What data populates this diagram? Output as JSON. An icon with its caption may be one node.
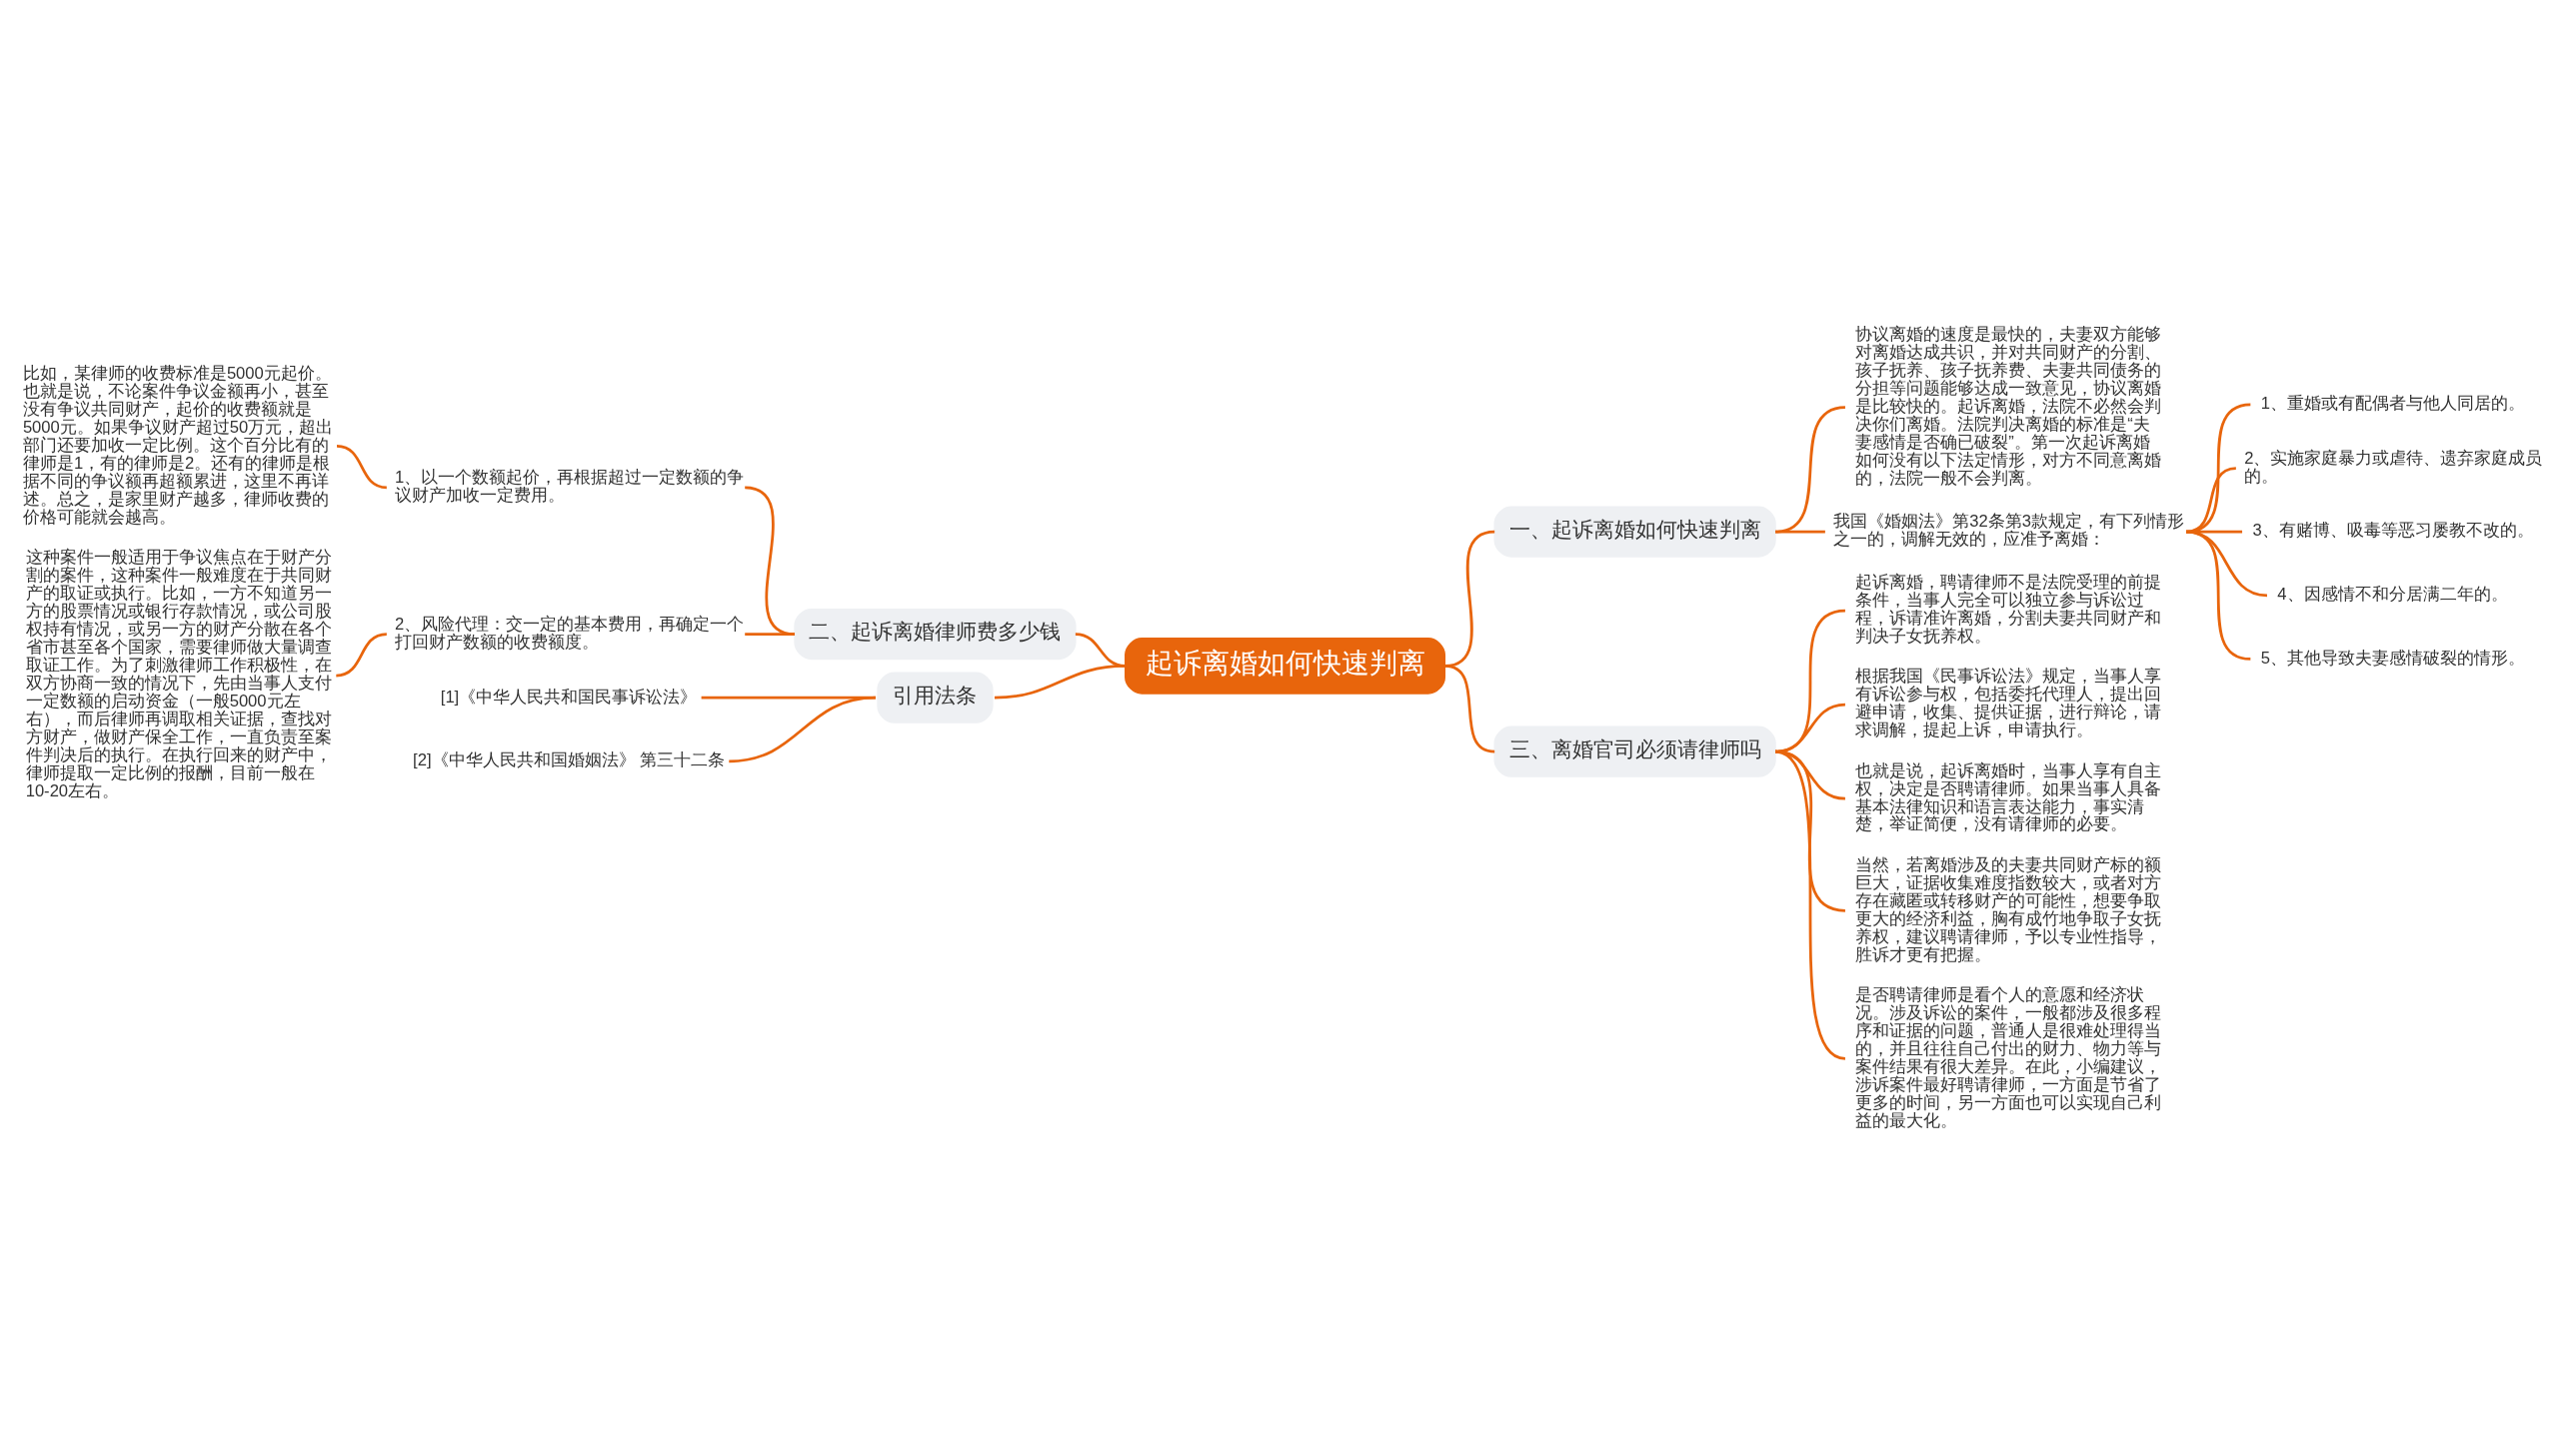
{
  "diagram": {
    "nodes": [
      {
        "text": [
          "起诉离婚如何快速判离"
        ]
      },
      {
        "text": [
          "一、起诉离婚如何快速判离"
        ]
      },
      {
        "text": [
          "协议离婚的速度是最快的，夫妻双方能够对离婚达成共识，并对共同财产的分割、孩子抚养、孩子抚养费、夫妻共同债务的分担等问题能够达成一致意见，协议离婚是比较快的。起诉离婚，法院不必然会判决你们离婚。法院判决离婚的标准是“夫妻感情是否确已破裂”。第一次起诉离婚如何没有以下法定情形，对方不同意离婚的，法院一般不会判离。"
        ]
      },
      {
        "text": [
          "我国《婚姻法》第32条第3款规定，有下列情形之一的，调解无效的，应准予离婚："
        ]
      },
      {
        "text": [
          "1、重婚或有配偶者与他人同居的。"
        ]
      },
      {
        "text": [
          "2、实施家庭暴力或虐待、遗弃家庭成员的。"
        ]
      },
      {
        "text": [
          "3、有赌博、吸毒等恶习屡教不改的。"
        ]
      },
      {
        "text": [
          "4、因感情不和分居满二年的。"
        ]
      },
      {
        "text": [
          "5、其他导致夫妻感情破裂的情形。"
        ]
      },
      {
        "text": [
          "二、起诉离婚律师费多少钱"
        ]
      },
      {
        "text": [
          "1、以一个数额起价，再根据超过一定数额的争议财产加收一定费用。"
        ]
      },
      {
        "text": [
          "比如，某律师的收费标准是5000元起价。也就是说，不论案件争议金额再小，甚至没有争议共同财产，起价的收费额就是5000元。如果争议财产超过50万元，超出部门还要加收一定比例。这个百分比有的律师是1，有的律师是2。还有的律师是根据不同的争议额再超额累进，这里不再详述。总之，是家里财产越多，律师收费的价格可能就会越高。"
        ]
      },
      {
        "text": [
          "2、风险代理：交一定的基本费用，再确定一个打回财产数额的收费额度。"
        ]
      },
      {
        "text": [
          "这种案件一般适用于争议焦点在于财产分割的案件，这种案件一般难度在于共同财产的取证或执行。比如，一方不知道另一方的股票情况或银行存款情况，或公司股权持有情况，或另一方的财产分散在各个省市甚至各个国家，需要律师做大量调查取证工作。为了刺激律师工作积极性，在双方协商一致的情况下，先由当事人支付一定数额的启动资金（一般5000元左右），而后律师再调取相关证据，查找对方财产，做财产保全工作，一直负责至案件判决后的执行。在执行回来的财产中，律师提取一定比例的报酬，目前一般在10-20左右。"
        ]
      },
      {
        "text": [
          "引用法条"
        ]
      },
      {
        "text": [
          "[1]《中华人民共和国民事诉讼法》"
        ]
      },
      {
        "text": [
          "[2]《中华人民共和国婚姻法》 第三十二条"
        ]
      },
      {
        "text": [
          "三、离婚官司必须请律师吗"
        ]
      },
      {
        "text": [
          "起诉离婚，聘请律师不是法院受理的前提条件，当事人完全可以独立参与诉讼过程，诉请准许离婚，分割夫妻共同财产和判决子女抚养权。"
        ]
      },
      {
        "text": [
          "根据我国《民事诉讼法》规定，当事人享有诉讼参与权，包括委托代理人，提出回避申请，收集、提供证据，进行辩论，请求调解，提起上诉，申请执行。"
        ]
      },
      {
        "text": [
          "也就是说，起诉离婚时，当事人享有自主权，决定是否聘请律师。如果当事人具备基本法律知识和语言表达能力，事实清楚，举证简便，没有请律师的必要。"
        ]
      },
      {
        "text": [
          "当然，若离婚涉及的夫妻共同财产标的额巨大，证据收集难度指数较大，或者对方存在藏匿或转移财产的可能性，想要争取更大的经济利益，胸有成竹地争取子女抚养权，建议聘请律师，予以专业性指导，胜诉才更有把握。"
        ]
      },
      {
        "text": [
          "是否聘请律师是看个人的意愿和经济状况。涉及诉讼的案件，一般都涉及很多程序和证据的问题，普通人是很难处理得当的，并且往往自己付出的财力、物力等与案件结果有很大差异。在此，小编建议，涉诉案件最好聘请律师，一方面是节省了更多的时间，另一方面也可以实现自己利益的最大化。"
        ]
      }
    ],
    "edges": [
      {
        "from": 0,
        "to": 1,
        "arrow": "none"
      },
      {
        "from": 1,
        "to": 2,
        "arrow": "none"
      },
      {
        "from": 1,
        "to": 3,
        "arrow": "none"
      },
      {
        "from": 3,
        "to": 4,
        "arrow": "none"
      },
      {
        "from": 3,
        "to": 5,
        "arrow": "none"
      },
      {
        "from": 3,
        "to": 6,
        "arrow": "none"
      },
      {
        "from": 3,
        "to": 7,
        "arrow": "none"
      },
      {
        "from": 3,
        "to": 8,
        "arrow": "none"
      },
      {
        "from": 0,
        "to": 9,
        "arrow": "none"
      },
      {
        "from": 9,
        "to": 10,
        "arrow": "none"
      },
      {
        "from": 10,
        "to": 11,
        "arrow": "none"
      },
      {
        "from": 9,
        "to": 12,
        "arrow": "none"
      },
      {
        "from": 12,
        "to": 13,
        "arrow": "none"
      },
      {
        "from": 0,
        "to": 14,
        "arrow": "none"
      },
      {
        "from": 14,
        "to": 15,
        "arrow": "none"
      },
      {
        "from": 14,
        "to": 16,
        "arrow": "none"
      },
      {
        "from": 0,
        "to": 17,
        "arrow": "none"
      },
      {
        "from": 17,
        "to": 18,
        "arrow": "none"
      },
      {
        "from": 17,
        "to": 19,
        "arrow": "none"
      },
      {
        "from": 17,
        "to": 20,
        "arrow": "none"
      },
      {
        "from": 17,
        "to": 21,
        "arrow": "none"
      },
      {
        "from": 17,
        "to": 22,
        "arrow": "none"
      }
    ]
  }
}
